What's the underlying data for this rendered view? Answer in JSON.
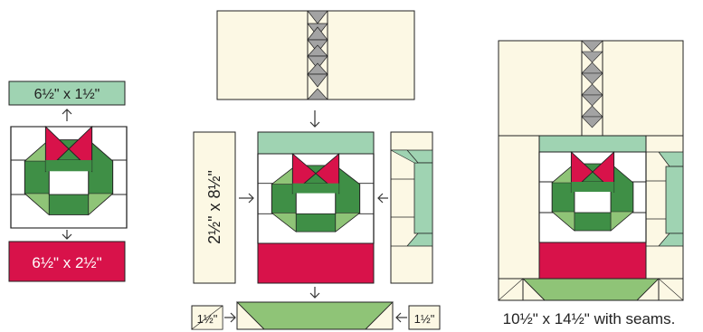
{
  "labels": {
    "top_strip_size": "6½\" x 1½\"",
    "bottom_strip_size": "6½\" x 2½\"",
    "side_strip_size": "2½\" x 8½\"",
    "corner_left_size": "1½\"",
    "corner_right_size": "1½\"",
    "finished_block_caption": "10½\" x 14½\" with seams."
  },
  "colors": {
    "cream": "#fcf8e4",
    "mint": "#9fd3b2",
    "dark_green": "#3f8f46",
    "light_green": "#8fc477",
    "red": "#d8124a",
    "gray": "#a3a3a3",
    "white": "#ffffff",
    "outline": "#222222",
    "arrow": "#333333"
  }
}
